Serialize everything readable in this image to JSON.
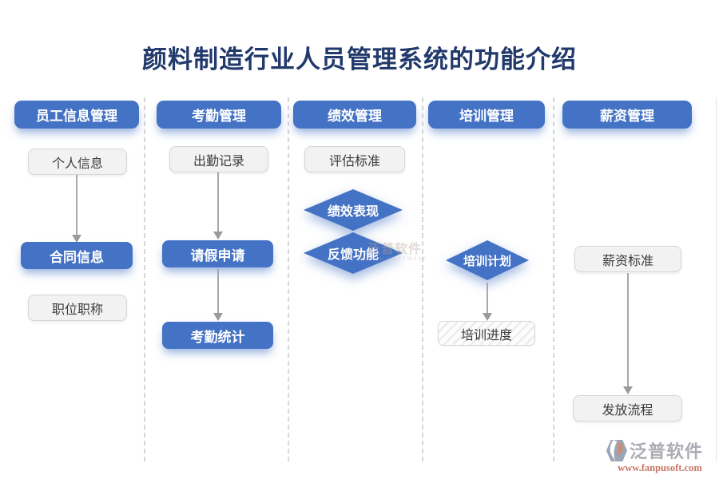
{
  "title": "颜料制造行业人员管理系统的功能介绍",
  "columns": [
    {
      "header": "员工信息管理",
      "nodes": {
        "personal_info": "个人信息",
        "contract_info": "合同信息",
        "position_title": "职位职称"
      }
    },
    {
      "header": "考勤管理",
      "nodes": {
        "attendance_record": "出勤记录",
        "leave_request": "请假申请",
        "attendance_stats": "考勤统计"
      }
    },
    {
      "header": "绩效管理",
      "nodes": {
        "evaluation_standard": "评估标准",
        "performance": "绩效表现",
        "feedback": "反馈功能"
      }
    },
    {
      "header": "培训管理",
      "nodes": {
        "training_plan": "培训计划",
        "training_progress": "培训进度"
      }
    },
    {
      "header": "薪资管理",
      "nodes": {
        "salary_standard": "薪资标准",
        "payment_process": "发放流程"
      }
    }
  ],
  "watermark": {
    "text": "泛普软件",
    "subtext": "FANPU SOFTWARE"
  },
  "logo": {
    "name": "泛普软件",
    "url": "www.fanpusoft.com"
  },
  "colors": {
    "accent_blue": "#4472C4",
    "title_navy": "#21396B",
    "light_box_bg": "#F2F2F2",
    "arrow_gray": "#A8A8A8",
    "logo_gray_blue": "#9AA5B5",
    "logo_orange": "#D28A6E",
    "url_red": "#C87765"
  }
}
